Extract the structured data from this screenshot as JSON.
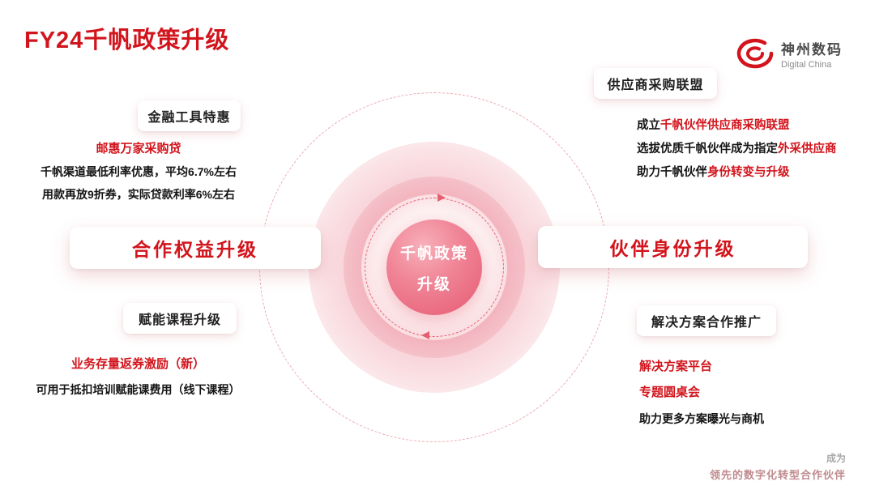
{
  "title": "FY24千帆政策升级",
  "logo": {
    "name": "神州数码",
    "subtitle": "Digital China"
  },
  "colors": {
    "brand_red": "#d2141c",
    "pink_light": "#fbe4e7",
    "pink_deep": "#e65a72"
  },
  "center": {
    "line1": "千帆政策",
    "line2": "升级"
  },
  "left_branch": {
    "title": "合作权益升级",
    "finance_card": "金融工具特惠",
    "finance": {
      "headline": "邮惠万家采购贷",
      "line1": "千帆渠道最低利率优惠，平均6.7%左右",
      "line2": "用款再放9折券，实际贷款利率6%左右"
    },
    "course_card": "赋能课程升级",
    "course": {
      "headline": "业务存量返券激励（新）",
      "line1": "可用于抵扣培训赋能课费用（线下课程）"
    }
  },
  "right_branch": {
    "title": "伙伴身份升级",
    "alliance_card": "供应商采购联盟",
    "alliance_lines": [
      {
        "prefix": "成立",
        "highlight": "千帆伙伴供应商采购联盟"
      },
      {
        "prefix": "选拔优质千帆伙伴成为指定",
        "highlight": "外采供应商"
      },
      {
        "prefix": "助力千帆伙伴",
        "highlight": "身份转变与升级"
      }
    ],
    "solution_card": "解决方案合作推广",
    "solution": {
      "headline1": "解决方案平台",
      "headline2": "专题圆桌会",
      "line1": "助力更多方案曝光与商机"
    }
  },
  "footer": {
    "line1": "成为",
    "line2": "领先的数字化转型合作伙伴"
  }
}
